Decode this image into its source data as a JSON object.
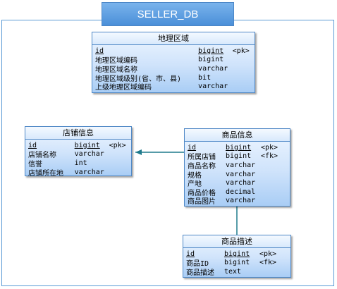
{
  "database": {
    "name": "SELLER_DB"
  },
  "tables": {
    "region": {
      "title": "地理区域",
      "columns": [
        {
          "name": "id",
          "type": "bigint",
          "key": "<pk>"
        },
        {
          "name": "地理区域编码",
          "type": "bigint",
          "key": ""
        },
        {
          "name": "地理区域名称",
          "type": "varchar",
          "key": ""
        },
        {
          "name": "地理区域级别(省、市、县)",
          "type": "bit",
          "key": ""
        },
        {
          "name": "上级地理区域编码",
          "type": "varchar",
          "key": ""
        }
      ]
    },
    "shop": {
      "title": "店铺信息",
      "columns": [
        {
          "name": "id",
          "type": "bigint",
          "key": "<pk>"
        },
        {
          "name": "店铺名称",
          "type": "varchar",
          "key": ""
        },
        {
          "name": "信誉",
          "type": "int",
          "key": ""
        },
        {
          "name": "店铺所在地",
          "type": "varchar",
          "key": ""
        }
      ]
    },
    "product": {
      "title": "商品信息",
      "columns": [
        {
          "name": "id",
          "type": "bigint",
          "key": "<pk>"
        },
        {
          "name": "所属店铺",
          "type": "bigint",
          "key": "<fk>"
        },
        {
          "name": "商品名称",
          "type": "varchar",
          "key": ""
        },
        {
          "name": "规格",
          "type": "varchar",
          "key": ""
        },
        {
          "name": "产地",
          "type": "varchar",
          "key": ""
        },
        {
          "name": "商品价格",
          "type": "decimal",
          "key": ""
        },
        {
          "name": "商品图片",
          "type": "varchar",
          "key": ""
        }
      ]
    },
    "desc": {
      "title": "商品描述",
      "columns": [
        {
          "name": "id",
          "type": "bigint",
          "key": "<pk>"
        },
        {
          "name": "商品ID",
          "type": "bigint",
          "key": "<fk>"
        },
        {
          "name": "商品描述",
          "type": "text",
          "key": ""
        }
      ]
    }
  },
  "relationships": [
    {
      "from": "product.所属店铺",
      "to": "shop.id"
    },
    {
      "from": "desc.商品ID",
      "to": "product.id"
    }
  ]
}
